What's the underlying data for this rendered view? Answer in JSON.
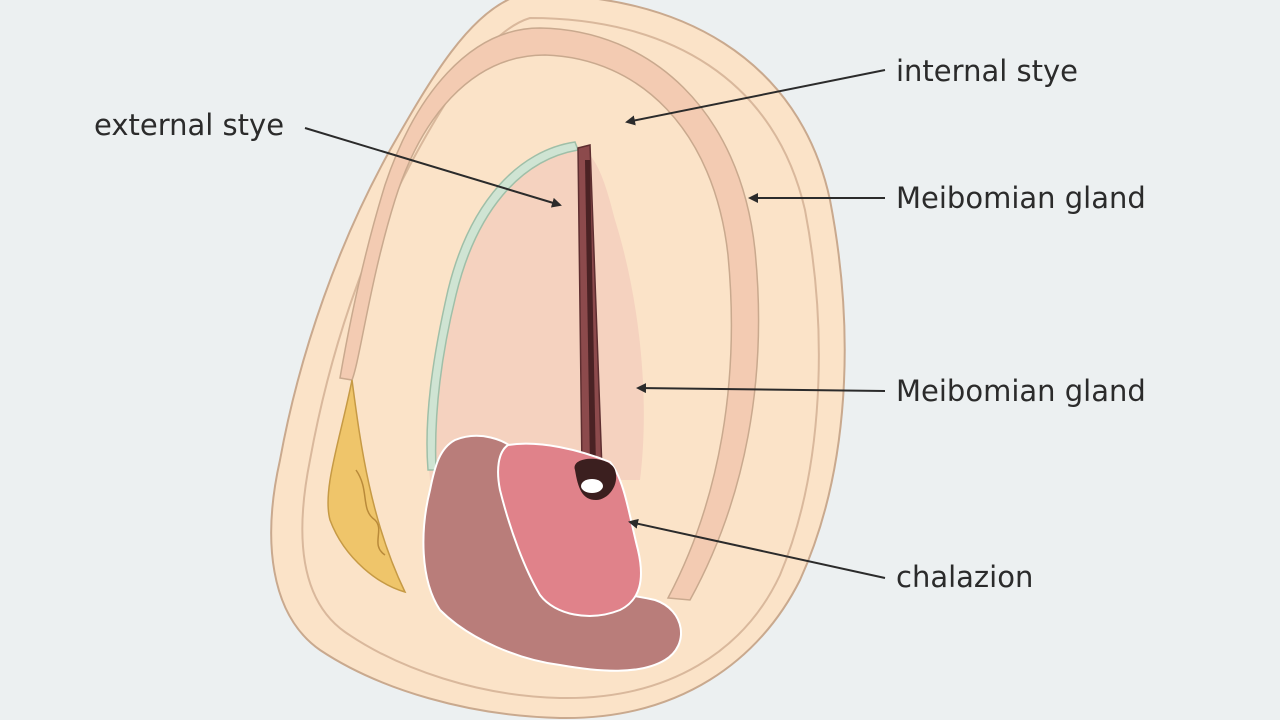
{
  "labels": {
    "external_stye": "external stye",
    "internal_stye": "internal stye",
    "meibomian_gland_outer": "Meibomian gland",
    "meibomian_gland_inner": "Meibomian gland",
    "chalazion": "chalazion"
  },
  "colors": {
    "background": "#ecf0f1",
    "eyelid_skin": "#fbe3c8",
    "eyelid_outline": "#c9a98e",
    "tarsal_band": "#f3cbb2",
    "inner_tissue": "#f5d2bf",
    "conjunctiva_edge": "#cfe4d3",
    "gland_duct": "#8c4a4c",
    "chalazion_pink": "#e0828a",
    "chalazion_brown": "#b97d7a",
    "fat_pad": "#efc56a",
    "arrow": "#2b2b2b"
  }
}
